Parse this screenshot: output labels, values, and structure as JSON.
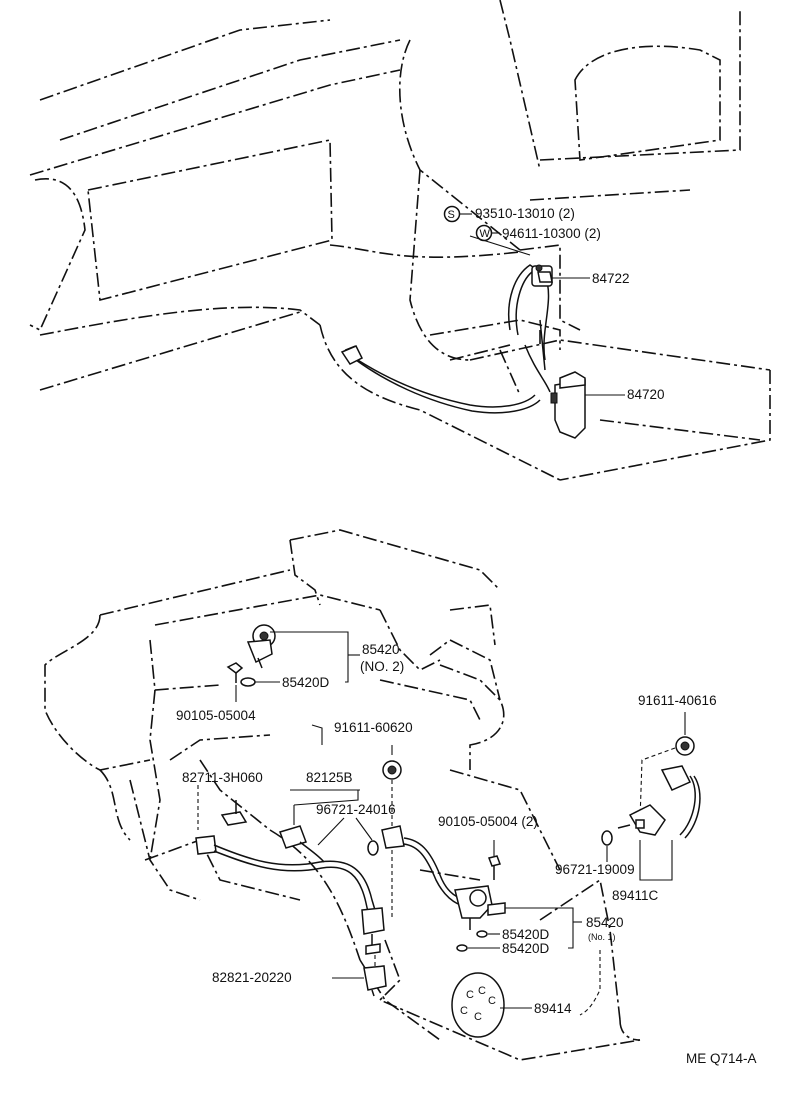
{
  "labels": {
    "p93510": "93510-13010 (2)",
    "p94611": "94611-10300 (2)",
    "p84722": "84722",
    "p84720": "84720",
    "p85420_no2": "85420",
    "p85420_no2_sub": "(NO. 2)",
    "p85420d_top": "85420D",
    "p90105_a": "90105-05004",
    "p91611_60620": "91611-60620",
    "p91611_40616": "91611-40616",
    "p82711": "82711-3H060",
    "p82125b": "82125B",
    "p96721_24016": "96721-24016",
    "p90105_b": "90105-05004 (2)",
    "p96721_19009": "96721-19009",
    "p89411c": "89411C",
    "p85420_no1": "85420",
    "p85420_no1_sub": "(No. 1)",
    "p85420d_mid": "85420D",
    "p85420d_low": "85420D",
    "p82821": "82821-20220",
    "p89414": "89414",
    "ref": "ME Q714-A"
  },
  "symbols": {
    "s_circle": "S",
    "w_circle": "W",
    "c_glyph": "C"
  }
}
